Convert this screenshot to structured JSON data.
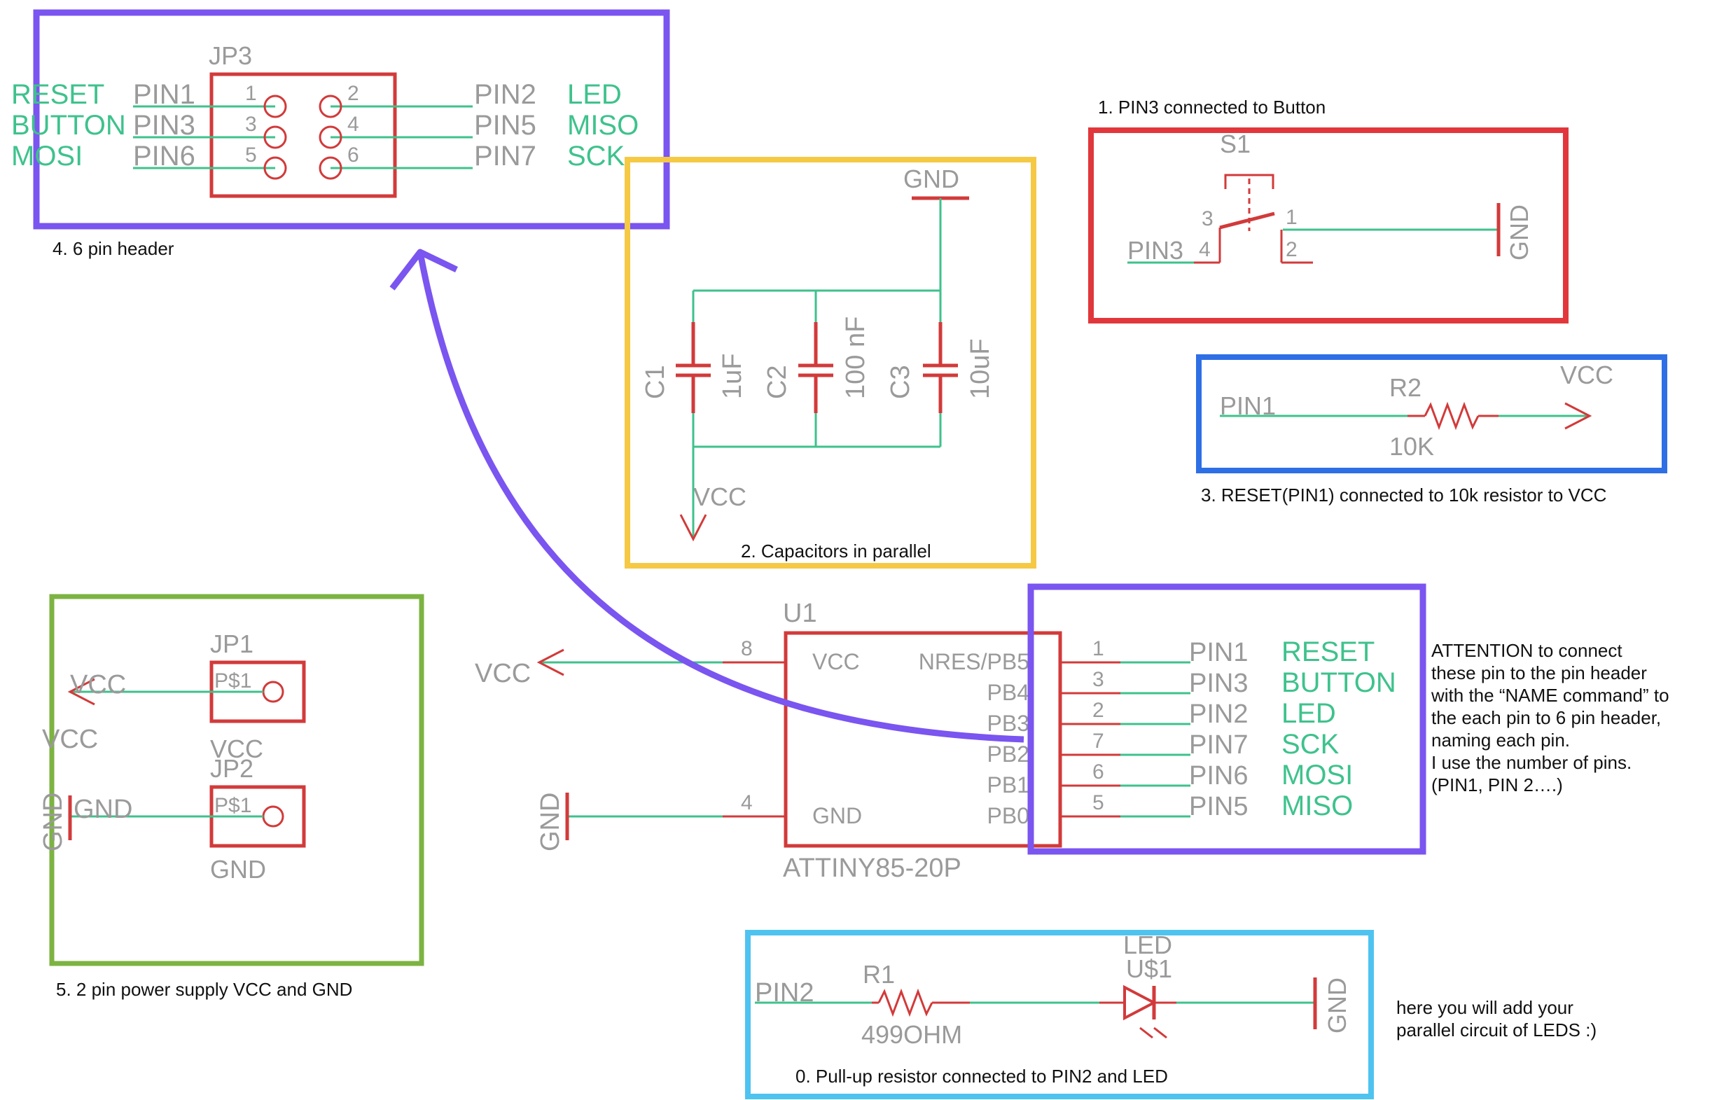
{
  "header": {
    "ref": "JP3",
    "left_nets": [
      "RESET",
      "BUTTON",
      "MOSI"
    ],
    "left_pins": [
      "PIN1",
      "PIN3",
      "PIN6"
    ],
    "right_pins": [
      "PIN2",
      "PIN5",
      "PIN7"
    ],
    "right_nets": [
      "LED",
      "MISO",
      "SCK"
    ],
    "left_nums": [
      "1",
      "3",
      "5"
    ],
    "right_nums": [
      "2",
      "4",
      "6"
    ],
    "caption": "4.   6 pin header"
  },
  "button": {
    "note": "1.   PIN3 connected to Button",
    "ref": "S1",
    "pin_a": "3",
    "pin_b": "4",
    "pin_c": "1",
    "pin_d": "2",
    "net": "PIN3",
    "gnd": "GND"
  },
  "caps": {
    "gnd": "GND",
    "vcc": "VCC",
    "c1": "C1",
    "c1v": "1uF",
    "c2": "C2",
    "c2v": "100 nF",
    "c3": "C3",
    "c3v": "10uF",
    "caption": "2.   Capacitors in parallel"
  },
  "reset": {
    "net": "PIN1",
    "ref": "R2",
    "value": "10K",
    "vcc": "VCC",
    "caption": "3.    RESET(PIN1) connected to 10k resistor to VCC"
  },
  "power": {
    "jp1": "JP1",
    "jp1_pin": "P$1",
    "jp1_net": "VCC",
    "jp1_label": "VCC",
    "vcc_side": "VCC",
    "jp2": "JP2",
    "jp2_pin": "P$1",
    "jp2_net": "GND",
    "jp2_label": "GND",
    "gnd_side": "GND",
    "caption": "5.   2 pin power supply VCC and GND"
  },
  "mcu": {
    "ref": "U1",
    "part": "ATTINY85-20P",
    "vcc_label": "VCC",
    "gnd_label": "GND",
    "vcc_num": "8",
    "gnd_num": "4",
    "vcc_net": "VCC",
    "gnd_net": "GND",
    "pins": [
      "NRES/PB5",
      "PB4",
      "PB3",
      "PB2",
      "PB1",
      "PB0"
    ],
    "nums": [
      "1",
      "3",
      "2",
      "7",
      "6",
      "5"
    ],
    "pin_nets": [
      "PIN1",
      "PIN3",
      "PIN2",
      "PIN7",
      "PIN6",
      "PIN5"
    ],
    "names": [
      "RESET",
      "BUTTON",
      "LED",
      "SCK",
      "MOSI",
      "MISO"
    ]
  },
  "attention": [
    "ATTENTION  to connect",
    "these pin to the pin header",
    "with the “NAME command” to",
    "the each pin to 6 pin header,",
    "naming each pin.",
    "I use the number of pins.",
    "(PIN1, PIN 2….)"
  ],
  "led": {
    "net": "PIN2",
    "rref": "R1",
    "rval": "499OHM",
    "lref": "LED",
    "lref2": "U$1",
    "gnd": "GND",
    "caption": "0.    Pull-up resistor connected to PIN2 and LED",
    "side_note": [
      "here you  will add your",
      "parallel circuit of LEDS :)"
    ]
  },
  "colors": {
    "purple": "#7a55f0",
    "red": "#e1373c",
    "yellow": "#f5c944",
    "blue": "#2f6fe6",
    "green": "#7cb342",
    "lightblue": "#4fc3f0",
    "wire": "#3ec28c",
    "part": "#d23a3a"
  }
}
